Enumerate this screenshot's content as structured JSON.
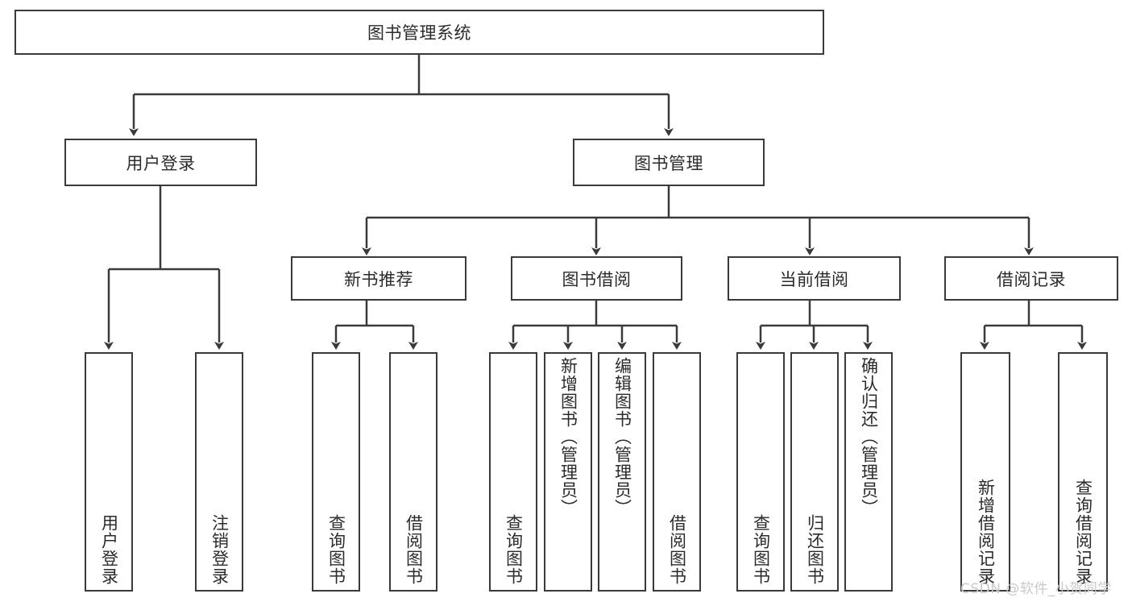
{
  "diagram": {
    "type": "tree",
    "title": "图书管理系统",
    "root": {
      "label": "图书管理系统"
    },
    "level1": [
      {
        "label": "用户登录"
      },
      {
        "label": "图书管理"
      }
    ],
    "level2": [
      {
        "label": "新书推荐"
      },
      {
        "label": "图书借阅"
      },
      {
        "label": "当前借阅"
      },
      {
        "label": "借阅记录"
      }
    ],
    "leaves": {
      "user_login": [
        {
          "label": "用户登录"
        },
        {
          "label": "注销登录"
        }
      ],
      "new_book_recommend": [
        {
          "label": "查询图书"
        },
        {
          "label": "借阅图书"
        }
      ],
      "book_borrow": [
        {
          "label": "查询图书"
        },
        {
          "label": "新增图书（管理员）"
        },
        {
          "label": "编辑图书（管理员）"
        },
        {
          "label": "借阅图书"
        }
      ],
      "current_borrow": [
        {
          "label": "查询图书"
        },
        {
          "label": "归还图书"
        },
        {
          "label": "确认归还（管理员）"
        }
      ],
      "borrow_record": [
        {
          "label": "新增借阅记录"
        },
        {
          "label": "查询借阅记录"
        }
      ]
    }
  },
  "watermark": {
    "text": "CSDN @软件_小贺同学"
  },
  "colors": {
    "stroke": "#3a3a3a",
    "text": "#2b2b2b",
    "background": "#ffffff",
    "watermark": "#c9c9c9"
  }
}
